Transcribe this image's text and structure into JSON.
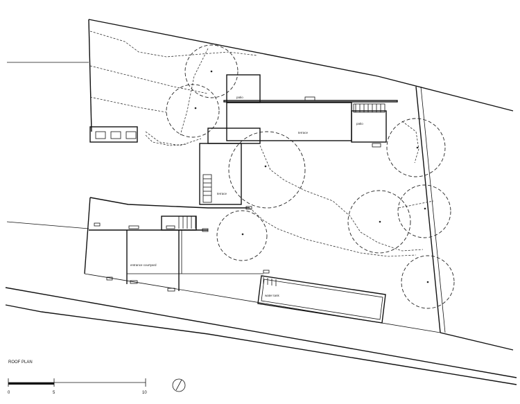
{
  "plan_title": "ROOF PLAN",
  "scale_bar": {
    "labels": [
      "0",
      "5",
      "10"
    ]
  },
  "labels": {
    "patio_top": "patio",
    "terrace_main": "terrace",
    "patio_right": "patio",
    "terrace_mid": "terrace",
    "entrance_courtyard": "entrance courtyard",
    "water_tank": "water tank"
  },
  "icons": {
    "north_arrow": "north-arrow-icon"
  }
}
